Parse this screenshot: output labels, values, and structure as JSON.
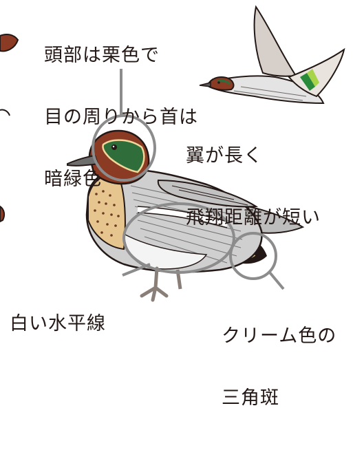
{
  "annotations": {
    "head": [
      "頭部は栗色で",
      "目の周りから首は",
      "暗緑色"
    ],
    "wing": [
      "翼が長く",
      "飛翔距離が短い"
    ],
    "flank": [
      "白い水平線"
    ],
    "tail": [
      "クリーム色の",
      "三角斑"
    ]
  },
  "colors": {
    "chestnut": "#8b3a24",
    "green": "#2f6e3a",
    "cream": "#f0d79a",
    "breast": "#e7c58f",
    "grey_body": "#cfcfcf",
    "outline": "#231815",
    "callout": "#8c8c8c"
  }
}
